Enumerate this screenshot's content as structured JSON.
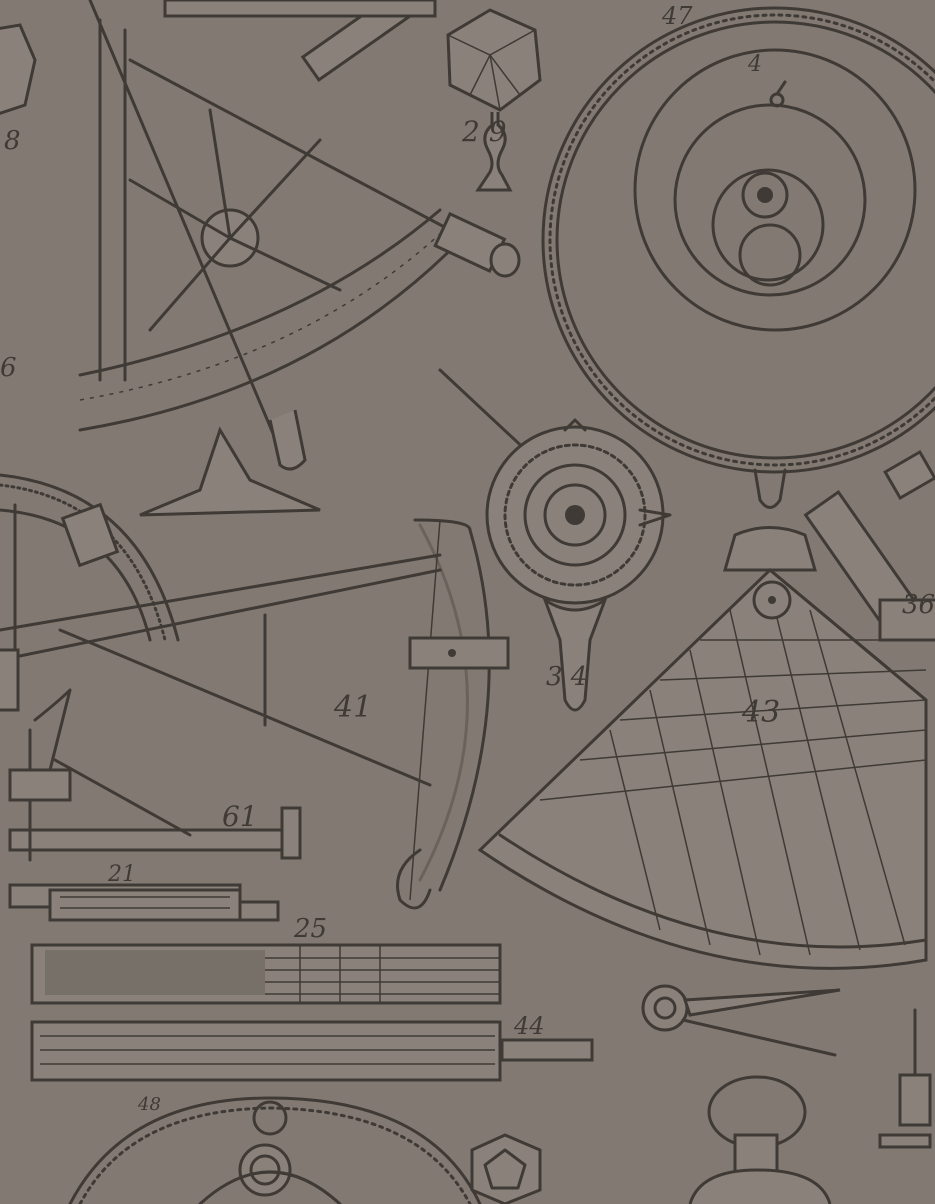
{
  "plate": {
    "background_color": "#827a72",
    "ink_color": "#3f3a35",
    "figure_numbers": {
      "armillary_top": "47",
      "planet_glyph": "4",
      "sextant_top": "6",
      "polyhedron_stand": "2 9",
      "edge_top_left": "8",
      "dial": "3 4",
      "large_sextant": "41",
      "quadrant": "43",
      "edge_right": "36",
      "cross_staff": "61",
      "ruler_small": "21",
      "ruler_large": "25",
      "slide_rule_tag": "44",
      "armillary_bottom": "48"
    },
    "icons": [
      "sextant-icon",
      "armillary-sphere-icon",
      "polyhedron-icon",
      "dial-icon",
      "quadrant-icon",
      "ruler-icon",
      "dividers-icon",
      "pocket-watch-icon"
    ]
  }
}
